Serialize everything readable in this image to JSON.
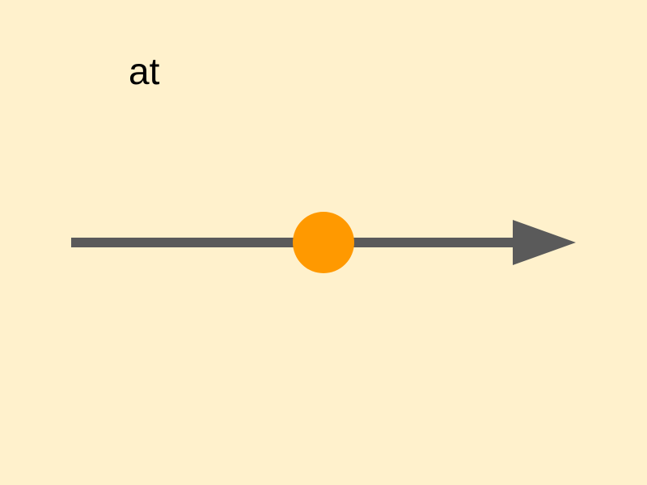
{
  "label": "at",
  "colors": {
    "background": "#fff1cc",
    "arrow": "#5a5a5a",
    "dot": "#ff9900",
    "text": "#000000"
  },
  "elements": {
    "arrow": "horizontal-arrow-pointing-right",
    "dot": "filled-circle-on-arrow"
  }
}
